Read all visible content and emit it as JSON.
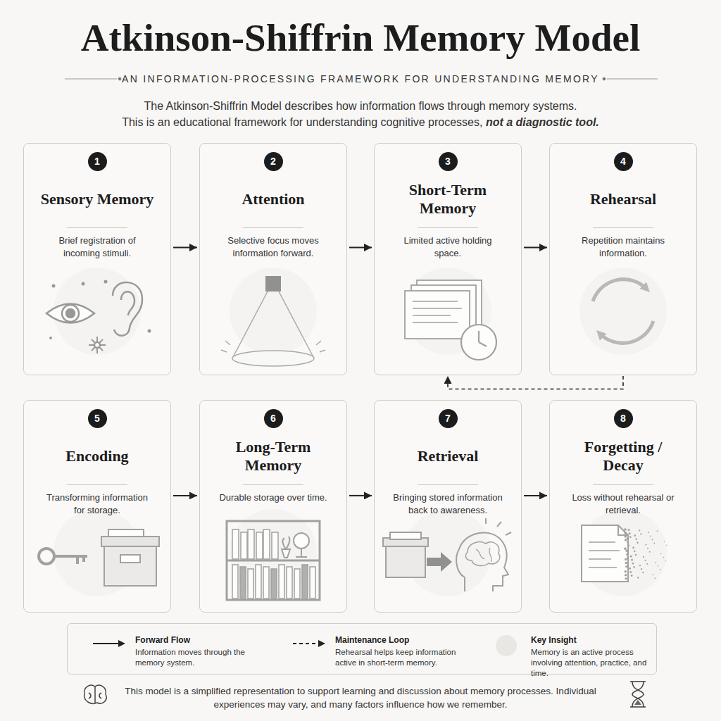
{
  "diagram": {
    "title": "Atkinson-Shiffrin Memory Model",
    "caption": "This model is a simplified representation to support learning and discussion about memory processes. Individual experiences may vary, and many factors influence how we remember.",
    "nodes": [
      {
        "text": [
          "1",
          "Sensory Memory",
          "Brief registration of incoming stimuli."
        ]
      },
      {
        "text": [
          "2",
          "Attention",
          "Selective focus moves information forward."
        ]
      },
      {
        "text": [
          "3",
          "Short-Term Memory",
          "Limited active holding space."
        ]
      },
      {
        "text": [
          "4",
          "Rehearsal",
          "Repetition maintains information."
        ]
      },
      {
        "text": [
          "5",
          "Encoding",
          "Transforming information for storage."
        ]
      },
      {
        "text": [
          "6",
          "Long-Term Memory",
          "Durable storage over time."
        ]
      },
      {
        "text": [
          "7",
          "Retrieval",
          "Bringing stored information back to awareness."
        ]
      },
      {
        "text": [
          "8",
          "Forgetting / Decay",
          "Loss without rehearsal or retrieval."
        ]
      }
    ],
    "edges": [
      {
        "from": 0,
        "to": 1,
        "arrow": "to"
      },
      {
        "from": 1,
        "to": 2,
        "arrow": "to"
      },
      {
        "from": 2,
        "to": 3,
        "arrow": "to"
      },
      {
        "from": 3,
        "to": 2,
        "arrow": "to"
      },
      {
        "from": 4,
        "to": 5,
        "arrow": "to"
      },
      {
        "from": 5,
        "to": 6,
        "arrow": "to"
      },
      {
        "from": 6,
        "to": 7,
        "arrow": "to"
      }
    ],
    "labels": [
      "AN INFORMATION-PROCESSING FRAMEWORK FOR UNDERSTANDING MEMORY",
      "The Atkinson-Shiffrin Model describes how information flows through memory systems.",
      "This is an educational framework for understanding cognitive processes,",
      "not a diagnostic tool.",
      "Information moves through the memory system.",
      "Rehearsal helps keep information active in short-term memory.",
      "Memory is an active process involving attention, practice, and time."
    ],
    "legend": [
      {
        "text": "Forward Flow"
      },
      {
        "text": "Maintenance Loop"
      },
      {
        "text": "Key Insight",
        "color": "#e9e7e4"
      }
    ]
  }
}
